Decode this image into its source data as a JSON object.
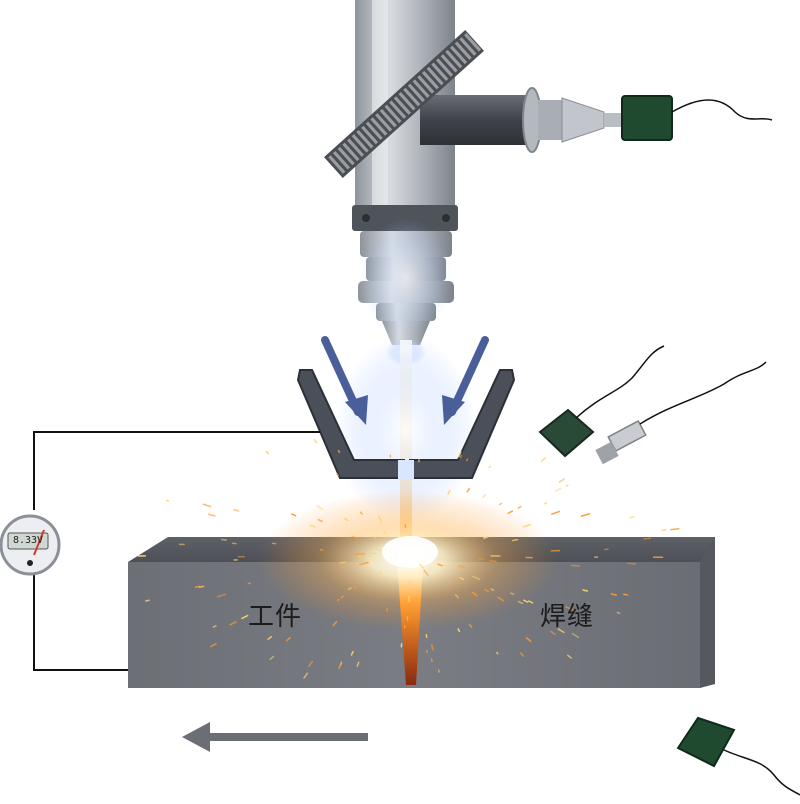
{
  "labels": {
    "workpiece": "工件",
    "weld_seam": "焊缝"
  },
  "meter": {
    "readout": "8.33V"
  },
  "colors": {
    "workpiece_top": "#5c5f66",
    "workpiece_front": "#71747a",
    "column": "#b7bcc3",
    "grating": "#8a8d91",
    "spark": "#ff9a2e",
    "beam": "#cfe0ff",
    "nozzle_arrow": "#4a5f9a",
    "sensor_plate": "#1f4a2f",
    "direction_arrow": "#6b6f75",
    "wire": "#111111"
  },
  "icons": {
    "motion_direction": "arrow-left-icon",
    "meter": "voltmeter-icon",
    "sensor": "sensor-plate-icon",
    "probe": "probe-icon"
  }
}
